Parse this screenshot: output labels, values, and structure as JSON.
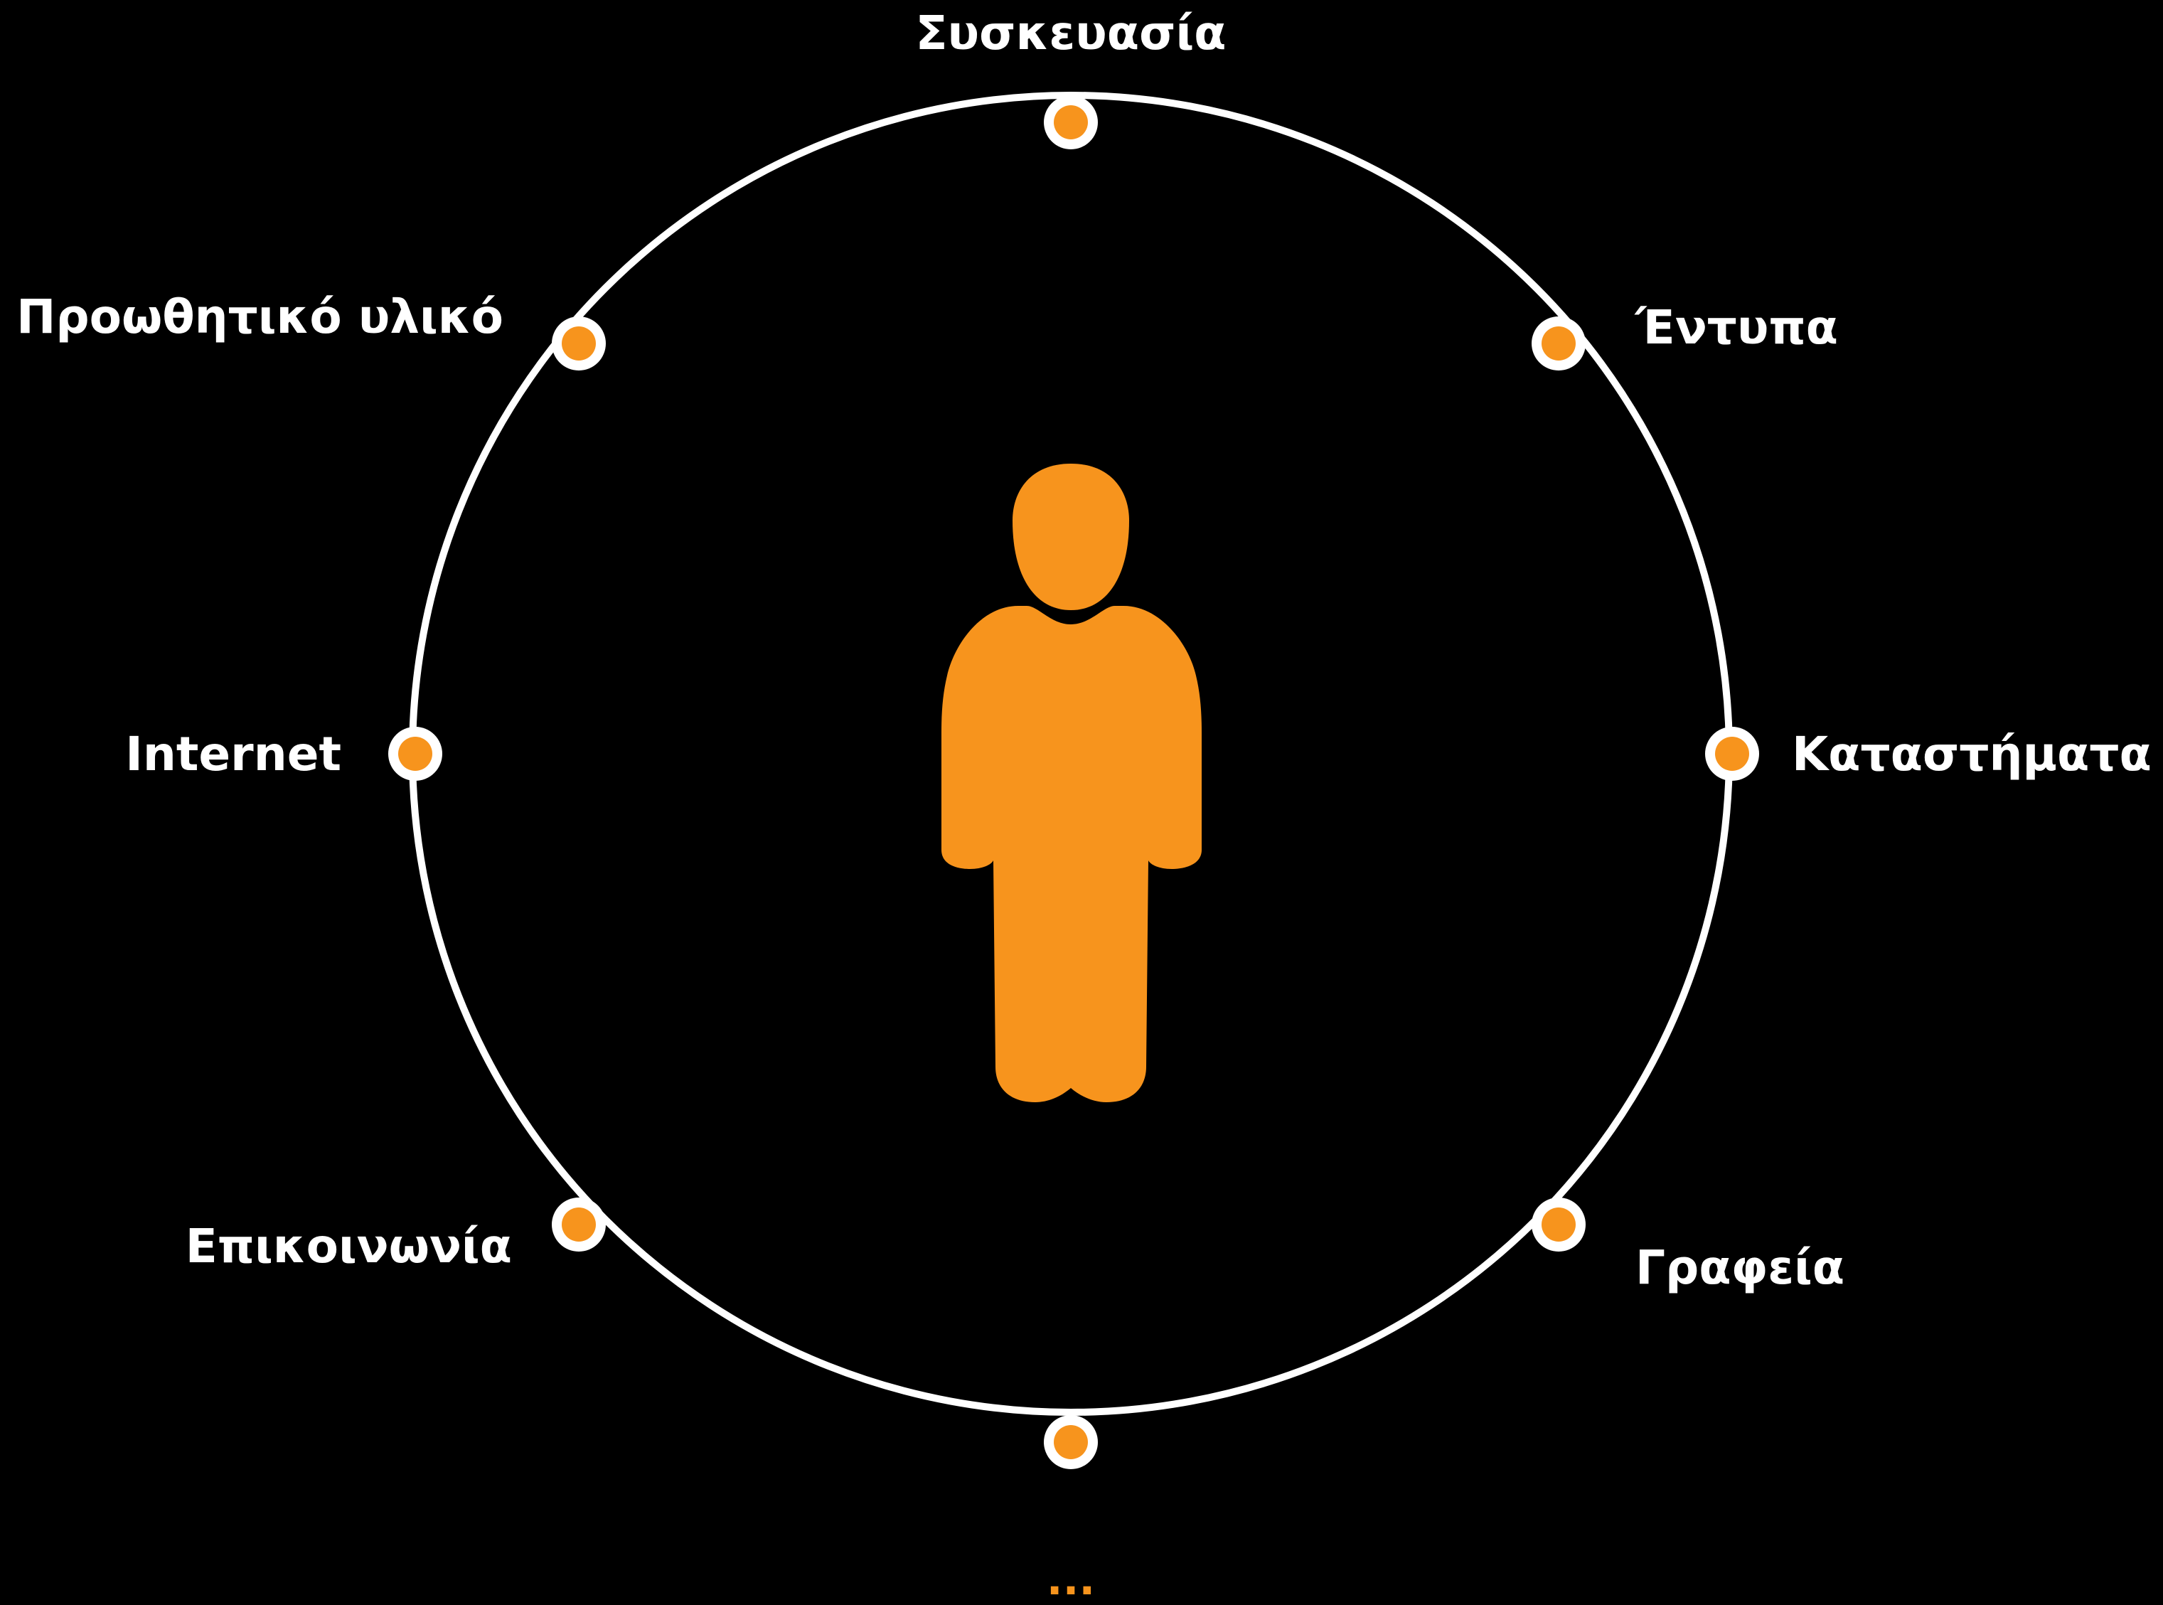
{
  "diagram": {
    "nodes": [
      {
        "id": "top",
        "label": "Συσκευασία"
      },
      {
        "id": "top-right",
        "label": "Έντυπα"
      },
      {
        "id": "right",
        "label": "Καταστήματα"
      },
      {
        "id": "bottom-right",
        "label": "Γραφεία"
      },
      {
        "id": "bottom",
        "label": "..."
      },
      {
        "id": "bottom-left",
        "label": "Επικοινωνία"
      },
      {
        "id": "left",
        "label": "Internet"
      },
      {
        "id": "top-left",
        "label": "Προωθητικό υλικό"
      }
    ],
    "center": {
      "icon": "person-icon"
    }
  },
  "colors": {
    "background": "#000000",
    "accent": "#F7941D",
    "ring": "#FFFFFF",
    "text": "#FFFFFF"
  }
}
